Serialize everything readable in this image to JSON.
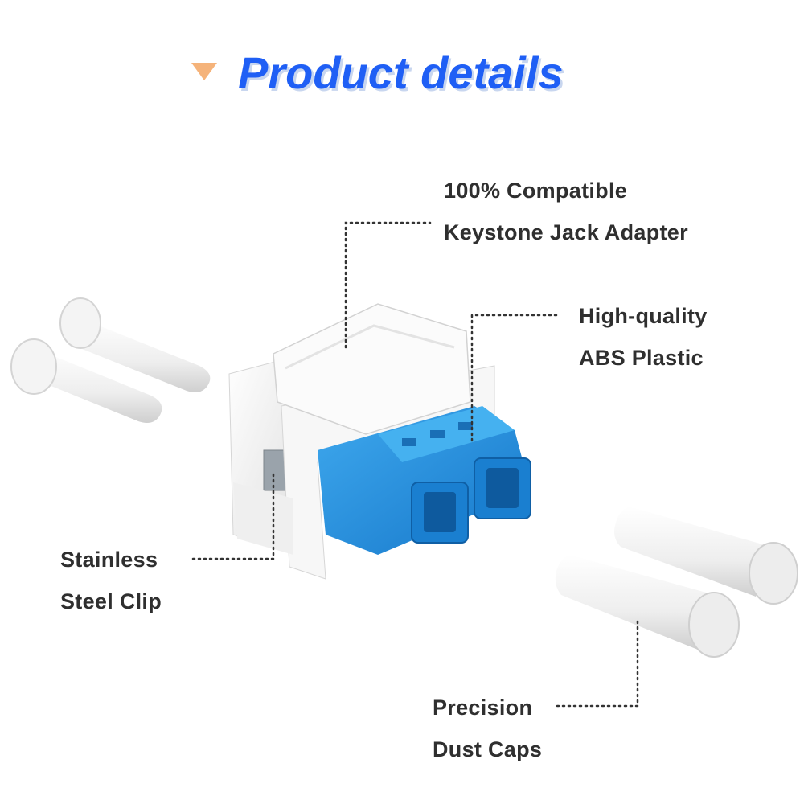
{
  "header": {
    "title": "Product details"
  },
  "callouts": {
    "compatible": {
      "line1": "100% Compatible",
      "line2": "Keystone Jack Adapter"
    },
    "plastic": {
      "line1": "High-quality",
      "line2": "ABS Plastic"
    },
    "clip": {
      "line1": "Stainless",
      "line2": "Steel Clip"
    },
    "caps": {
      "line1": "Precision",
      "line2": "Dust Caps"
    }
  },
  "colors": {
    "title": "#1f5ff5",
    "accent_arrow": "#f5b37a",
    "adapter_blue": "#1e90d8",
    "text": "#2f2f2f"
  },
  "icons": {
    "title_marker": "triangle-down-icon"
  }
}
